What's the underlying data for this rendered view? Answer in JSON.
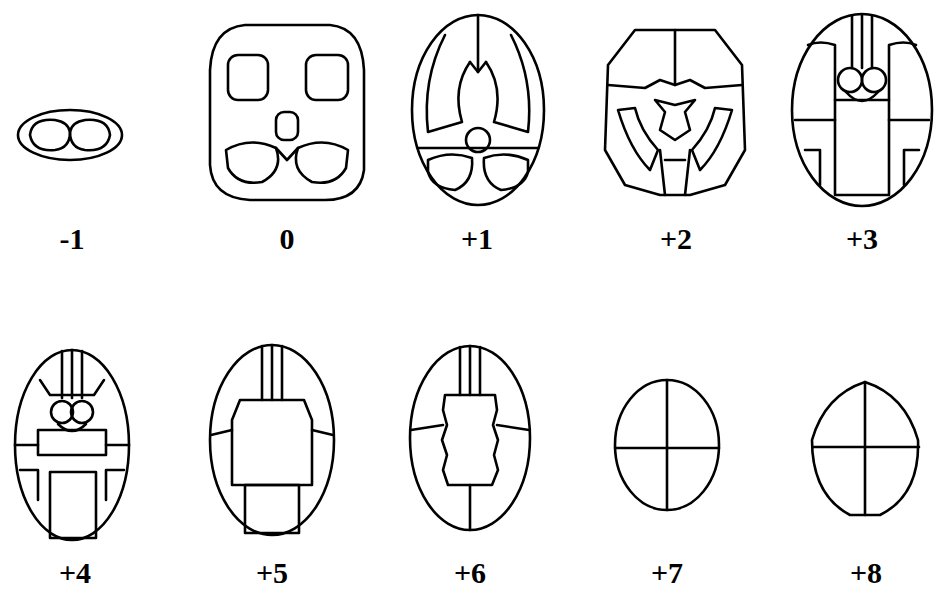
{
  "diagram": {
    "labels": [
      "-1",
      "0",
      "+1",
      "+2",
      "+3",
      "+4",
      "+5",
      "+6",
      "+7",
      "+8"
    ]
  }
}
